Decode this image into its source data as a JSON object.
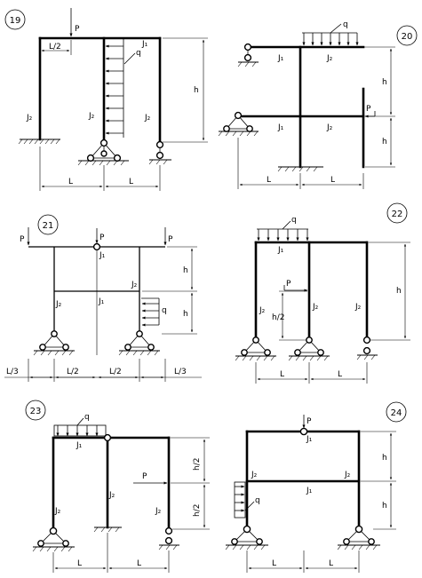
{
  "problems": [
    {
      "id": "19",
      "labels": {
        "load_P": "P",
        "load_q": "q",
        "span_half": "L/2",
        "stiff_top": "J₁",
        "stiff_left": "J₂",
        "stiff_mid": "J₂",
        "stiff_right": "J₂",
        "height": "h",
        "span_left": "L",
        "span_right": "L"
      }
    },
    {
      "id": "20",
      "labels": {
        "load_q": "q",
        "stiff_beam_top_left": "J₁",
        "stiff_beam_top_right": "J₂",
        "stiff_beam_mid_left": "J₁",
        "stiff_beam_mid_right": "J₂",
        "load_P": "P",
        "height_top": "h",
        "height_bottom": "h",
        "span_left": "L",
        "span_right": "L"
      }
    },
    {
      "id": "21",
      "labels": {
        "load_P_left": "P",
        "load_P_mid": "P",
        "load_P_right": "P",
        "stiff_top": "J₁",
        "stiff_col_right": "J₂",
        "stiff_col_left": "J₂",
        "stiff_mid": "J₁",
        "load_q": "q",
        "height_top": "h",
        "height_bottom": "h",
        "span_1": "L/3",
        "span_2": "L/2",
        "span_3": "L/2",
        "span_4": "L/3"
      }
    },
    {
      "id": "22",
      "labels": {
        "load_q": "q",
        "stiff_top": "J₁",
        "load_P": "P",
        "height_half": "h/2",
        "stiff_col_1": "J₂",
        "stiff_col_2": "J₂",
        "stiff_col_3": "J₂",
        "height": "h",
        "span_left": "L",
        "span_right": "L"
      }
    },
    {
      "id": "23",
      "labels": {
        "load_q": "q",
        "stiff_top": "J₁",
        "load_P": "P",
        "stiff_col_left": "J₂",
        "stiff_col_mid": "J₂",
        "stiff_col_right": "J₂",
        "height_top": "h/2",
        "height_bottom": "h/2",
        "span_left": "L",
        "span_right": "L"
      }
    },
    {
      "id": "24",
      "labels": {
        "load_P": "P",
        "stiff_top": "J₁",
        "stiff_col_left": "J₂",
        "stiff_col_right": "J₂",
        "stiff_mid": "J₁",
        "load_q": "q",
        "height_top": "h",
        "height_bottom": "h",
        "span_left": "L",
        "span_right": "L"
      }
    }
  ]
}
